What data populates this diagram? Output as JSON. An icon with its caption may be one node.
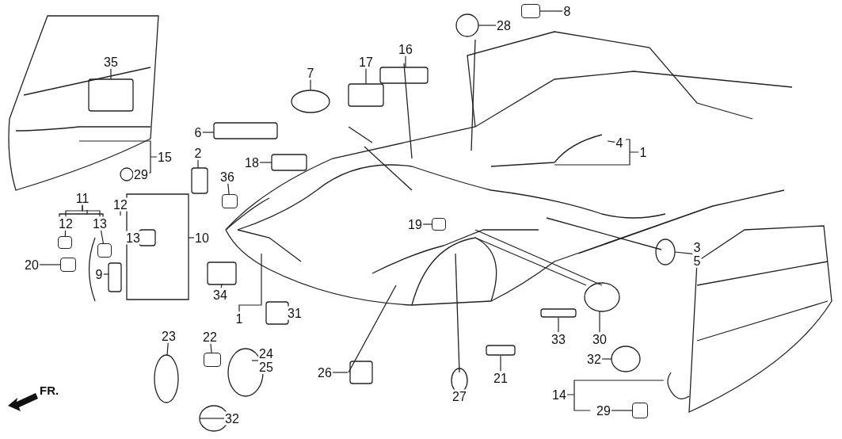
{
  "diagram": {
    "nodes": [
      {
        "text": [
          "35"
        ]
      },
      {
        "text": [
          "7"
        ]
      },
      {
        "text": [
          "17"
        ]
      },
      {
        "text": [
          "16"
        ]
      },
      {
        "text": [
          "8"
        ]
      },
      {
        "text": [
          "28"
        ]
      },
      {
        "text": [
          "6"
        ]
      },
      {
        "text": [
          "2"
        ]
      },
      {
        "text": [
          "36"
        ]
      },
      {
        "text": [
          "18"
        ]
      },
      {
        "text": [
          "15"
        ]
      },
      {
        "text": [
          "29"
        ]
      },
      {
        "text": [
          "11"
        ]
      },
      {
        "text": [
          "12"
        ]
      },
      {
        "text": [
          "13"
        ]
      },
      {
        "text": [
          "12"
        ]
      },
      {
        "text": [
          "13"
        ]
      },
      {
        "text": [
          "10"
        ]
      },
      {
        "text": [
          "20"
        ]
      },
      {
        "text": [
          "9"
        ]
      },
      {
        "text": [
          "34"
        ]
      },
      {
        "text": [
          "1"
        ]
      },
      {
        "text": [
          "4"
        ]
      },
      {
        "text": [
          "1"
        ]
      },
      {
        "text": [
          "19"
        ]
      },
      {
        "text": [
          "3",
          "5"
        ]
      },
      {
        "text": [
          "31"
        ]
      },
      {
        "text": [
          "23"
        ]
      },
      {
        "text": [
          "22"
        ]
      },
      {
        "text": [
          "24",
          "25"
        ]
      },
      {
        "text": [
          "26"
        ]
      },
      {
        "text": [
          "27"
        ]
      },
      {
        "text": [
          "21"
        ]
      },
      {
        "text": [
          "33"
        ]
      },
      {
        "text": [
          "30"
        ]
      },
      {
        "text": [
          "32"
        ]
      },
      {
        "text": [
          "14"
        ]
      },
      {
        "text": [
          "29"
        ]
      },
      {
        "text": [
          "32"
        ]
      },
      {
        "text": [],
        "shape": "box"
      },
      {
        "text": [],
        "shape": "box"
      },
      {
        "text": [],
        "shape": "box"
      },
      {
        "text": [],
        "shape": "box"
      },
      {
        "text": [],
        "shape": "box"
      },
      {
        "text": [],
        "shape": "box"
      },
      {
        "text": [],
        "shape": "box"
      },
      {
        "text": [],
        "shape": "box"
      }
    ],
    "edges": [
      {
        "from": 0,
        "to": null,
        "arrow": "none"
      },
      {
        "from": 1,
        "to": null,
        "arrow": "none"
      },
      {
        "from": 2,
        "to": null,
        "arrow": "none"
      },
      {
        "from": 3,
        "to": null,
        "arrow": "none"
      },
      {
        "from": 4,
        "to": 39,
        "arrow": "none"
      },
      {
        "from": 5,
        "to": null,
        "arrow": "none"
      },
      {
        "from": 6,
        "to": null,
        "arrow": "none"
      },
      {
        "from": 7,
        "to": null,
        "arrow": "none"
      },
      {
        "from": 8,
        "to": 40,
        "arrow": "none"
      },
      {
        "from": 9,
        "to": null,
        "arrow": "none"
      },
      {
        "from": 10,
        "to": null,
        "arrow": "none"
      },
      {
        "from": 12,
        "to": 13,
        "arrow": "none"
      },
      {
        "from": 12,
        "to": 14,
        "arrow": "none"
      },
      {
        "from": 13,
        "to": 41,
        "arrow": "none"
      },
      {
        "from": 14,
        "to": 42,
        "arrow": "none"
      },
      {
        "from": 15,
        "to": null,
        "arrow": "none"
      },
      {
        "from": 17,
        "to": null,
        "arrow": "none"
      },
      {
        "from": 18,
        "to": 43,
        "arrow": "none"
      },
      {
        "from": 19,
        "to": null,
        "arrow": "none"
      },
      {
        "from": 20,
        "to": null,
        "arrow": "none"
      },
      {
        "from": 21,
        "to": null,
        "arrow": "none"
      },
      {
        "from": 22,
        "to": null,
        "arrow": "none"
      },
      {
        "from": 23,
        "to": null,
        "arrow": "none"
      },
      {
        "from": 24,
        "to": 44,
        "arrow": "none"
      },
      {
        "from": 25,
        "to": null,
        "arrow": "none"
      },
      {
        "from": 26,
        "to": null,
        "arrow": "none"
      },
      {
        "from": 27,
        "to": null,
        "arrow": "none"
      },
      {
        "from": 28,
        "to": 45,
        "arrow": "none"
      },
      {
        "from": 29,
        "to": null,
        "arrow": "none"
      },
      {
        "from": 30,
        "to": null,
        "arrow": "none"
      },
      {
        "from": 31,
        "to": null,
        "arrow": "none"
      },
      {
        "from": 32,
        "to": null,
        "arrow": "none"
      },
      {
        "from": 33,
        "to": null,
        "arrow": "none"
      },
      {
        "from": 34,
        "to": null,
        "arrow": "none"
      },
      {
        "from": 35,
        "to": null,
        "arrow": "none"
      },
      {
        "from": 36,
        "to": null,
        "arrow": "none"
      },
      {
        "from": 37,
        "to": 46,
        "arrow": "none"
      },
      {
        "from": 38,
        "to": null,
        "arrow": "none"
      }
    ],
    "labels": [
      "FR."
    ]
  }
}
